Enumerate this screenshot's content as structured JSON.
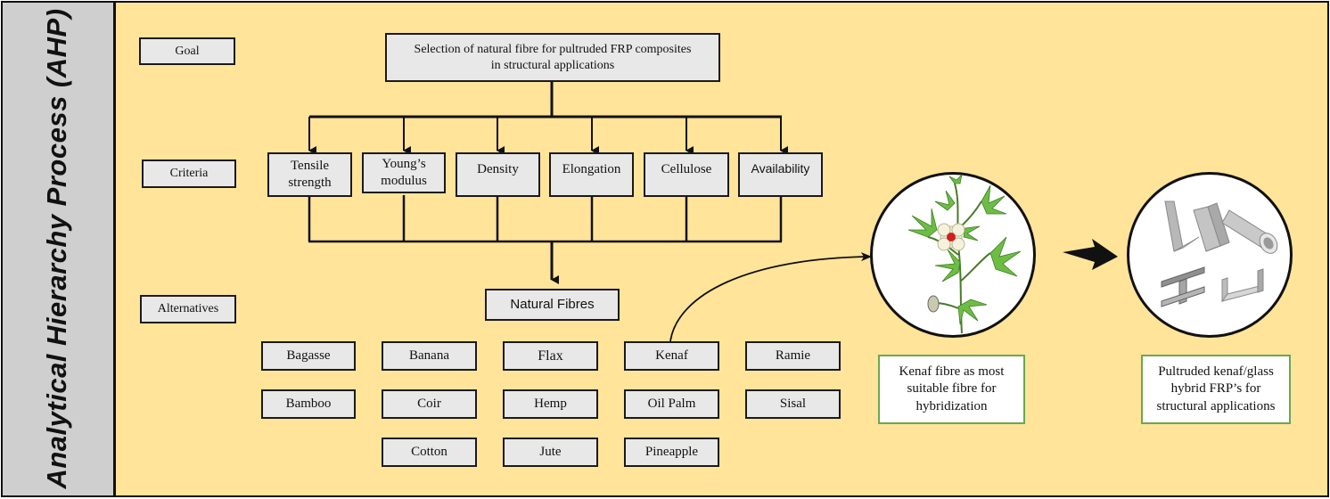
{
  "side_title": "Analytical Hierarchy Process (AHP)",
  "levels": {
    "goal": "Goal",
    "criteria": "Criteria",
    "alternatives": "Alternatives"
  },
  "goal_text_line1": "Selection of natural fibre for pultruded FRP composites",
  "goal_text_line2": "in structural applications",
  "criteria": [
    {
      "line1": "Tensile",
      "line2": "strength"
    },
    {
      "line1": "Young’s",
      "line2": "modulus"
    },
    {
      "line1": "Density",
      "line2": ""
    },
    {
      "line1": "Elongation",
      "line2": ""
    },
    {
      "line1": "Cellulose",
      "line2": ""
    },
    {
      "line1": "Availability",
      "line2": ""
    }
  ],
  "natural_fibres": "Natural Fibres",
  "fibres": [
    "Bagasse",
    "Banana",
    "Flax",
    "Kenaf",
    "Ramie",
    "Bamboo",
    "Coir",
    "Hemp",
    "Oil Palm",
    "Sisal",
    "Cotton",
    "Jute",
    "Pineapple"
  ],
  "result_kenaf": "Kenaf fibre as most suitable fibre for hybridization",
  "result_pultruded": "Pultruded kenaf/glass hybrid FRP’s for structural applications",
  "colors": {
    "main_background": "#ffe499",
    "side_background": "#d0cfd0",
    "box_fill": "#e8e8e8",
    "result_border": "#6aa84f"
  },
  "icons": [
    "kenaf-plant-icon",
    "frp-profiles-icon",
    "right-arrow-icon"
  ]
}
